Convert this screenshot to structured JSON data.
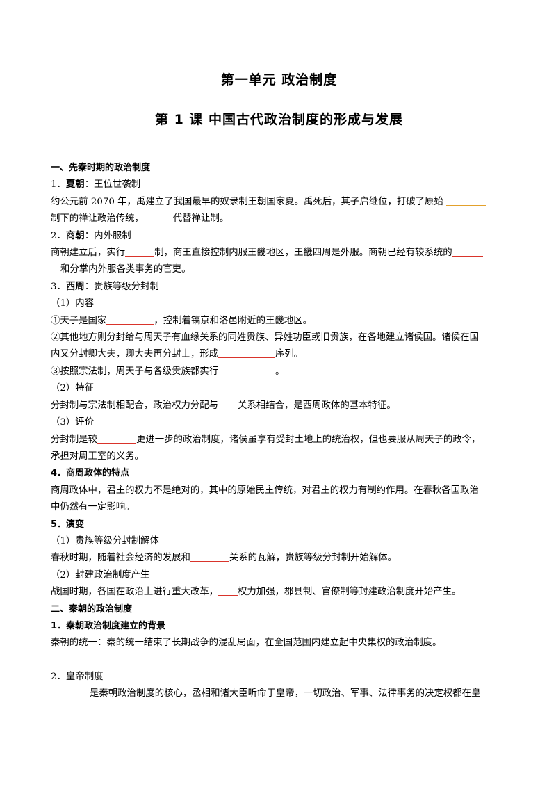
{
  "title": "第一单元  政治制度",
  "lesson_title": "第 1 课  中国古代政治制度的形成与发展",
  "sections": {
    "s1": "一、先秦时期的政治制度",
    "s1_1_num": "1．",
    "s1_1_head": "夏朝",
    "s1_1_sub": "：王位世袭制",
    "s1_1_p1a": "约公元前 2070 年，禹建立了我国最早的奴隶制王朝国家夏。禹死后，其子启继位，打破了原始",
    "s1_1_p2a": "制下的禅让政治传统，",
    "s1_1_p2b": "代替禅让制。",
    "s1_2_num": "2．",
    "s1_2_head": "商朝",
    "s1_2_sub": "：内外服制",
    "s1_2_p1a": "商朝建立后，实行",
    "s1_2_p1b": "制，商王直接控制内服王畿地区，王畿四周是外服。商朝已经有较系统的",
    "s1_2_p2a": "和分掌内外服各类事务的官吏。",
    "s1_3_num": "3．",
    "s1_3_head": "西周",
    "s1_3_sub": "：贵族等级分封制",
    "s1_3_c1": "（1）内容",
    "s1_3_i1a": "①天子是国家",
    "s1_3_i1b": "，控制着镐京和洛邑附近的王畿地区。",
    "s1_3_i2a": "②其他地方则分封给与周天子有血缘关系的同姓贵族、异姓功臣或旧贵族，在各地建立诸侯国。诸侯在国",
    "s1_3_i2b": "内又分封卿大夫，卿大夫再分封士，形成",
    "s1_3_i2c": "序列。",
    "s1_3_i3a": "③按照宗法制，周天子与各级贵族都实行",
    "s1_3_i3b": "。",
    "s1_3_c2": "（2）特征",
    "s1_3_f1a": "分封制与宗法制相配合，政治权力分配与",
    "s1_3_f1b": "关系相结合，是西周政体的基本特征。",
    "s1_3_c3": "（3）评价",
    "s1_3_e1a": "分封制是较",
    "s1_3_e1b": "更进一步的政治制度，诸侯虽享有受封土地上的统治权，但也要服从周天子的政令，",
    "s1_3_e2": "承担对周王室的义务。",
    "s1_4": "4．商周政体的特点",
    "s1_4_p1": "商周政体中，君主的权力不是绝对的，其中的原始民主传统，对君主的权力有制约作用。在春秋各国政治",
    "s1_4_p2": "中仍然有一定影响。",
    "s1_5": "5．演变",
    "s1_5_c1": "（1）贵族等级分封制解体",
    "s1_5_p1a": "春秋时期，随着社会经济的发展和",
    "s1_5_p1b": "关系的瓦解，贵族等级分封制开始解体。",
    "s1_5_c2": "（2）封建政治制度产生",
    "s1_5_p2a": "战国时期，各国在政治上进行重大改革，",
    "s1_5_p2b": "权力加强，郡县制、官僚制等封建政治制度开始产生。",
    "s2": "二、秦朝的政治制度",
    "s2_1": "1．秦朝政治制度建立的背景",
    "s2_1_p1": "秦朝的统一：秦的统一结束了长期战争的混乱局面，在全国范围内建立起中央集权的政治制度。",
    "s2_2": "2．皇帝制度",
    "s2_2_p1b": "是秦朝政治制度的核心，丞相和诸大臣听命于皇帝，一切政治、军事、法律事务的决定权都在皇"
  },
  "colors": {
    "blank_red": "#d9342b",
    "blank_gold": "#e3a12c"
  }
}
